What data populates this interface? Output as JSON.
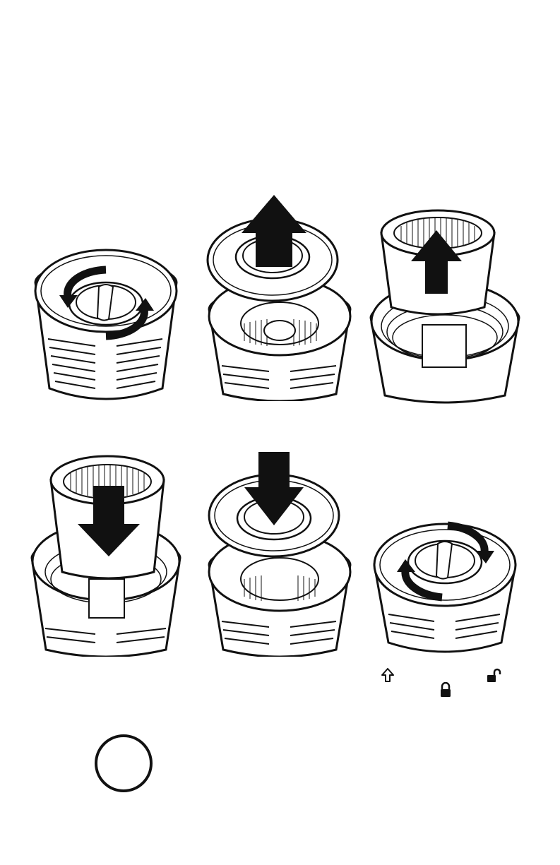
{
  "steps": [
    {
      "id": "remove-lid",
      "arrow": "rotate-counterclockwise"
    },
    {
      "id": "lift-lid",
      "arrow": "up"
    },
    {
      "id": "lift-filter",
      "arrow": "up"
    },
    {
      "id": "insert-filter",
      "arrow": "down"
    },
    {
      "id": "place-lid",
      "arrow": "down"
    },
    {
      "id": "lock-lid",
      "arrow": "rotate-clockwise"
    }
  ],
  "legend_icons": [
    "arrow-up-icon",
    "unlock-icon",
    "lock-icon"
  ],
  "colors": {
    "ink": "#111111",
    "paper": "#ffffff",
    "fill": "#ffffff"
  }
}
